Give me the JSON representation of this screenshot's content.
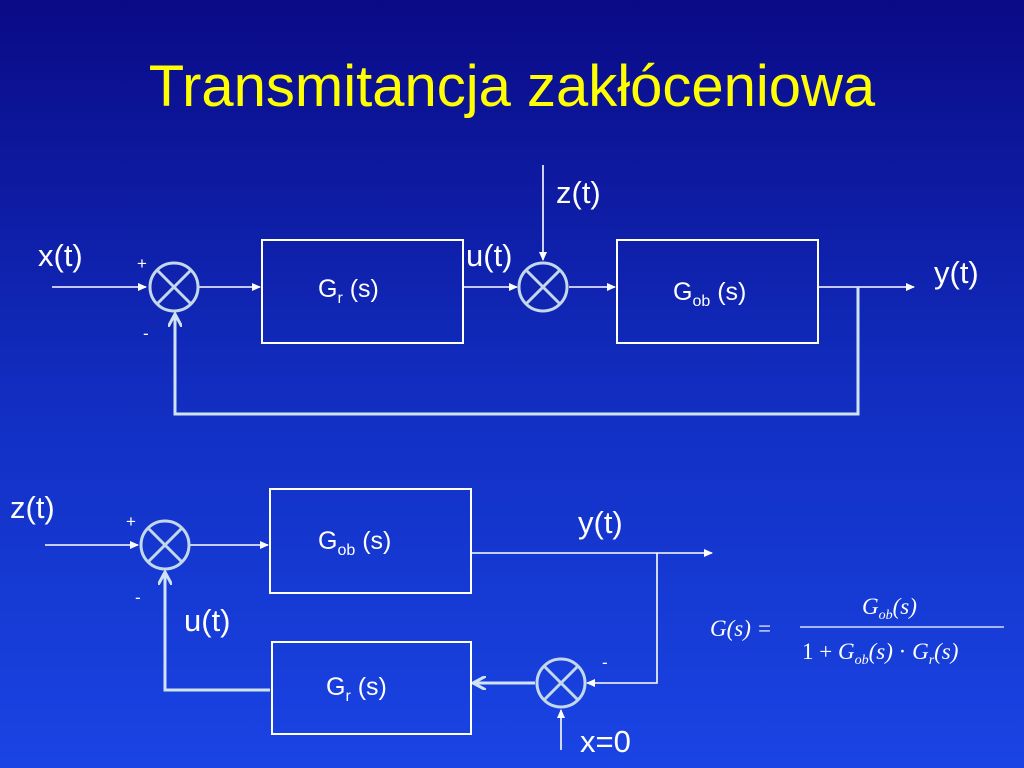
{
  "title": "Transmitancja zakłóceniowa",
  "diagram1": {
    "input_label": "x(t)",
    "disturbance_label": "z(t)",
    "control_label": "u(t)",
    "output_label": "y(t)",
    "sign_plus": "+",
    "sign_minus": "-",
    "controller_block": {
      "base": "G",
      "sub": "r",
      "arg": " (s)"
    },
    "plant_block": {
      "base": "G",
      "sub": "ob",
      "arg": " (s)"
    }
  },
  "diagram2": {
    "input_label": "z(t)",
    "output_label": "y(t)",
    "control_label": "u(t)",
    "reference_label": "x=0",
    "sign_plus": "+",
    "sign_minus_left": "-",
    "sign_minus_right": "-",
    "plant_block": {
      "base": "G",
      "sub": "ob",
      "arg": " (s)"
    },
    "controller_block": {
      "base": "G",
      "sub": "r",
      "arg": " (s)"
    }
  },
  "formula": {
    "lhs": "G(s) =",
    "numerator": {
      "base": "G",
      "sub": "ob",
      "arg": "(s)"
    },
    "denominator": {
      "one_plus": "1 + ",
      "term1_base": "G",
      "term1_sub": "ob",
      "term1_arg": "(s)",
      "dot": " · ",
      "term2_base": "G",
      "term2_sub": "r",
      "term2_arg": "(s)"
    }
  }
}
